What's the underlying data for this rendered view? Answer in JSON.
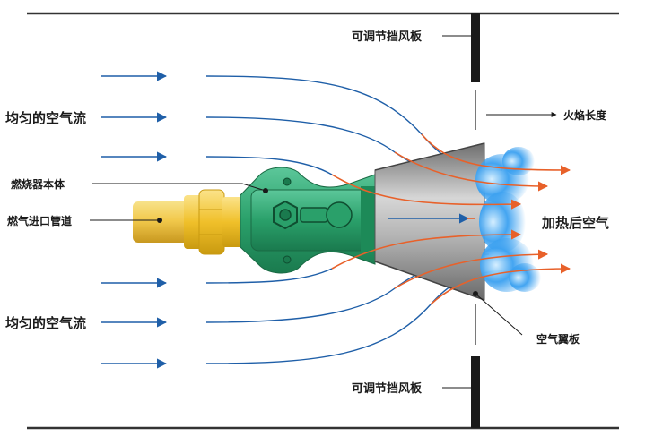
{
  "labels": {
    "damper_top": "可调节挡风板",
    "damper_bottom": "可调节挡风板",
    "flame_length": "火焰长度",
    "uniform_airflow_top": "均匀的空气流",
    "uniform_airflow_bottom": "均匀的空气流",
    "burner_body": "燃烧器本体",
    "gas_inlet_pipe": "燃气进口管道",
    "heated_air": "加热后空气",
    "air_wing_plate": "空气翼板"
  },
  "colors": {
    "airflow_blue": "#1f5fa8",
    "hot_air_orange": "#e8612a",
    "burner_green": "#2aa06a",
    "pipe_yellow": "#f2c94c",
    "cone_gray": "#9a9a9a",
    "flame_blue": "#3aa0f0"
  }
}
